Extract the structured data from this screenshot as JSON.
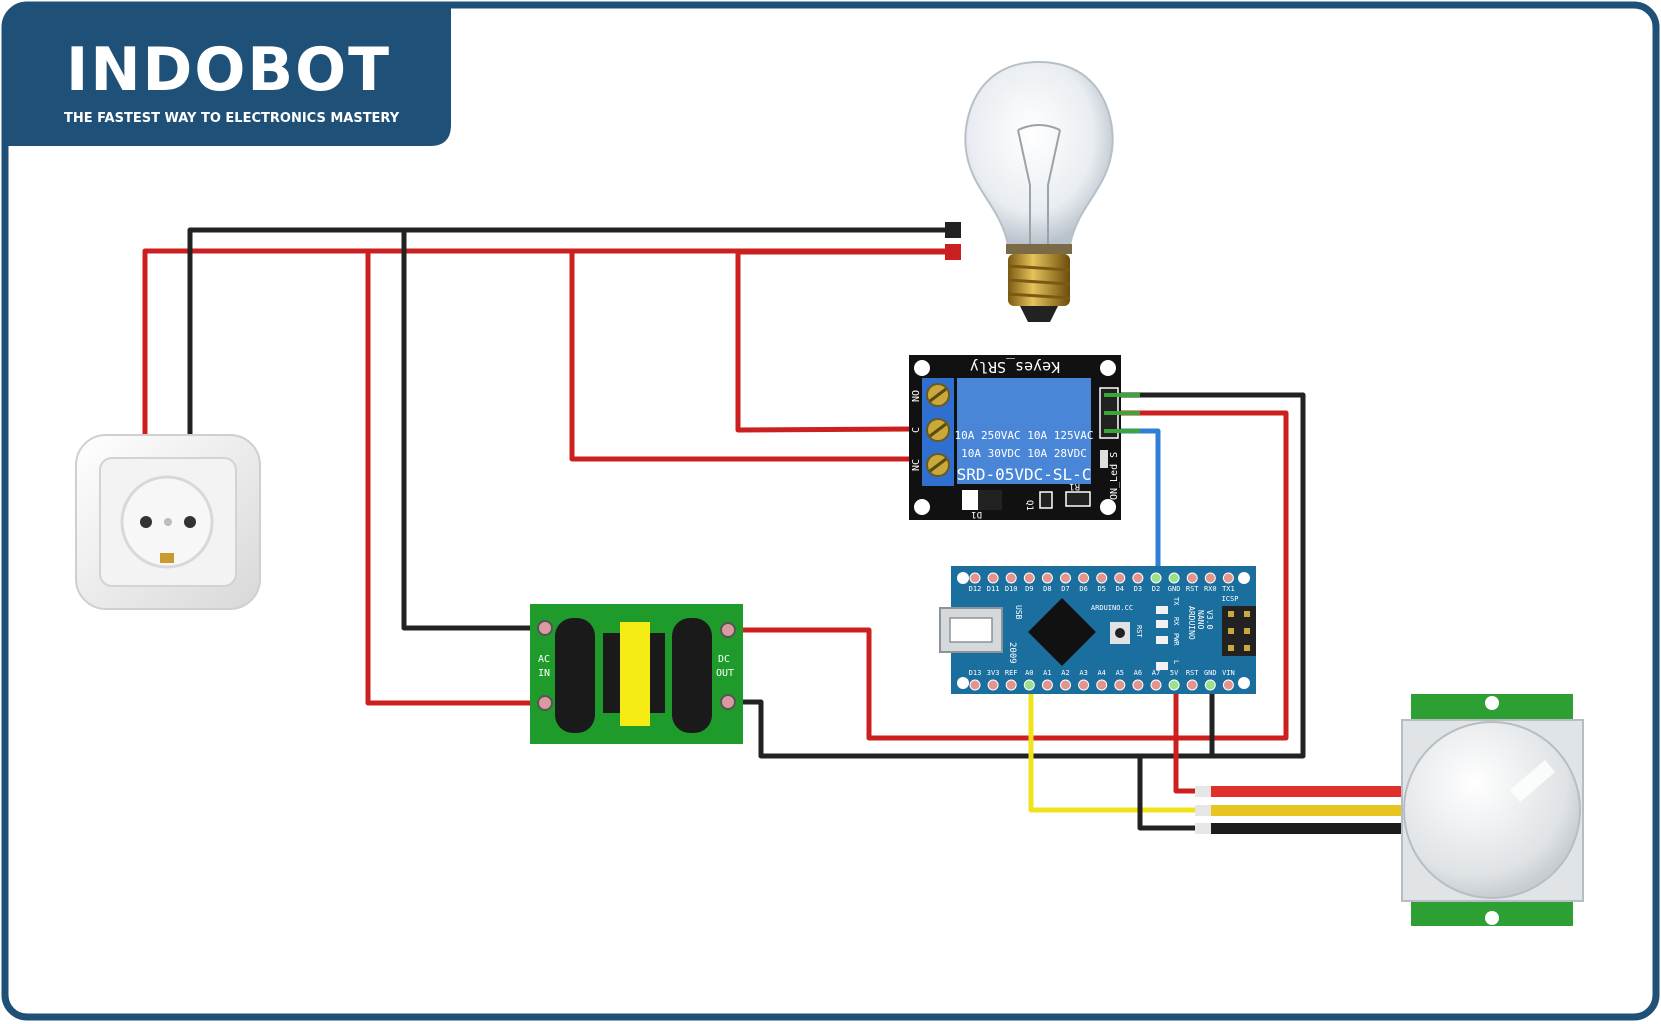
{
  "brand": {
    "logo_text": "INDOBOT",
    "tagline": "THE FASTEST WAY TO ELECTRONICS MASTERY",
    "color": "#1f5077"
  },
  "relay": {
    "title": "Keyes_SRly",
    "terminals": [
      "NO",
      "C",
      "NC"
    ],
    "rating_line1": "10A 250VAC  10A 125VAC",
    "rating_line2": "10A  30VDC  10A  28VDC",
    "model": "SRD-05VDC-SL-C",
    "side_label": "ON_Led S",
    "d1": "D1",
    "q1": "Q1",
    "r1": "R1"
  },
  "psu": {
    "in_label_1": "AC",
    "in_label_2": "IN",
    "out_label_1": "DC",
    "out_label_2": "OUT"
  },
  "nano": {
    "top_pins": [
      "D12",
      "D11",
      "D10",
      "D9",
      "D8",
      "D7",
      "D6",
      "D5",
      "D4",
      "D3",
      "D2",
      "GND",
      "RST",
      "RX0",
      "TX1"
    ],
    "bottom_pins": [
      "D13",
      "3V3",
      "REF",
      "A0",
      "A1",
      "A2",
      "A3",
      "A4",
      "A5",
      "A6",
      "A7",
      "5V",
      "RST",
      "GND",
      "VIN"
    ],
    "usb": "USB",
    "year": "2009",
    "brand": "ARDUINO.CC",
    "model_1": "ARDUINO",
    "model_2": "NANO",
    "model_3": "V3.0",
    "icsp": "ICSP",
    "rst": "RST",
    "leds": [
      "TX",
      "RX",
      "PWR",
      "L"
    ]
  },
  "colors": {
    "wire_red": "#cc1f1f",
    "wire_black": "#222222",
    "wire_yellow": "#f2e21b",
    "wire_blue": "#2f7fd6",
    "wire_green": "#3aa635",
    "pcb_green": "#1f9b2b",
    "relay_blue": "#4a86d8",
    "nano_blue": "#1b6f9f"
  }
}
